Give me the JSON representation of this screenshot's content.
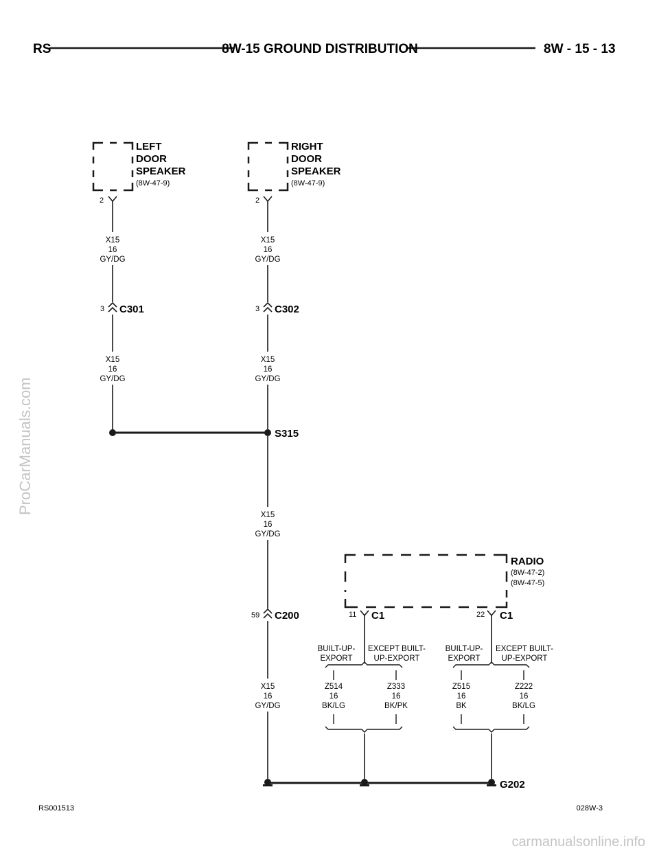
{
  "header": {
    "left": "RS",
    "center": "8W-15 GROUND DISTRIBUTION",
    "right": "8W - 15 - 13"
  },
  "components": {
    "left_speaker": {
      "line1": "LEFT",
      "line2": "DOOR",
      "line3": "SPEAKER",
      "ref": "(8W-47-9)",
      "pin": "2"
    },
    "right_speaker": {
      "line1": "RIGHT",
      "line2": "DOOR",
      "line3": "SPEAKER",
      "ref": "(8W-47-9)",
      "pin": "2"
    },
    "radio": {
      "name": "RADIO",
      "ref1": "(8W-47-2)",
      "ref2": "(8W-47-5)",
      "pin_a": "11",
      "conn_a": "C1",
      "pin_b": "22",
      "conn_b": "C1"
    }
  },
  "connectors": {
    "c301": {
      "label": "C301",
      "pin": "3"
    },
    "c302": {
      "label": "C302",
      "pin": "3"
    },
    "c200": {
      "label": "C200",
      "pin": "59"
    },
    "s315": {
      "label": "S315"
    },
    "g202": {
      "label": "G202"
    }
  },
  "wires": {
    "w1": {
      "circuit": "X15",
      "gauge": "16",
      "color": "GY/DG"
    },
    "w2": {
      "circuit": "X15",
      "gauge": "16",
      "color": "GY/DG"
    },
    "w3": {
      "circuit": "X15",
      "gauge": "16",
      "color": "GY/DG"
    },
    "w4": {
      "circuit": "X15",
      "gauge": "16",
      "color": "GY/DG"
    },
    "w5": {
      "circuit": "X15",
      "gauge": "16",
      "color": "GY/DG"
    },
    "w6": {
      "circuit": "X15",
      "gauge": "16",
      "color": "GY/DG"
    },
    "z514": {
      "circuit": "Z514",
      "gauge": "16",
      "color": "BK/LG"
    },
    "z333": {
      "circuit": "Z333",
      "gauge": "16",
      "color": "BK/PK"
    },
    "z515": {
      "circuit": "Z515",
      "gauge": "16",
      "color": "BK"
    },
    "z222": {
      "circuit": "Z222",
      "gauge": "16",
      "color": "BK/LG"
    }
  },
  "options": {
    "a1": {
      "line1": "BUILT-UP-",
      "line2": "EXPORT"
    },
    "a2": {
      "line1": "EXCEPT BUILT-",
      "line2": "UP-EXPORT"
    },
    "b1": {
      "line1": "BUILT-UP-",
      "line2": "EXPORT"
    },
    "b2": {
      "line1": "EXCEPT BUILT-",
      "line2": "UP-EXPORT"
    }
  },
  "footer": {
    "left": "RS001513",
    "right": "028W-3"
  },
  "watermarks": {
    "side": "ProCarManuals.com",
    "bottom": "carmanualsonline.info"
  },
  "colors": {
    "ink": "#1a1a1a",
    "watermark": "#c4c4c4"
  }
}
